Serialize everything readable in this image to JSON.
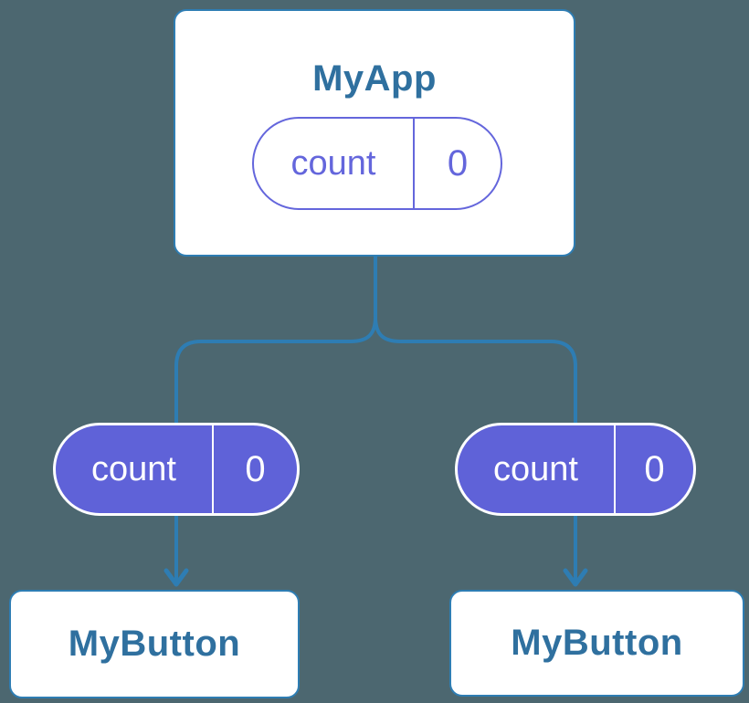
{
  "colors": {
    "background": "#4C6770",
    "connector_blue": "#2E7DB3",
    "card_border_blue": "#2E7DB3",
    "card_background": "#FFFFFF",
    "node_title_blue": "#2F709F",
    "pill_fill_purple": "#5F62D8",
    "pill_outline_purple": "#6466DC",
    "pill_filled_text": "#FFFFFF"
  },
  "tree": {
    "root": {
      "title": "MyApp",
      "state_pill": {
        "name": "count",
        "value": "0"
      }
    },
    "children": [
      {
        "title": "MyButton",
        "prop_pill": {
          "name": "count",
          "value": "0"
        }
      },
      {
        "title": "MyButton",
        "prop_pill": {
          "name": "count",
          "value": "0"
        }
      }
    ]
  }
}
